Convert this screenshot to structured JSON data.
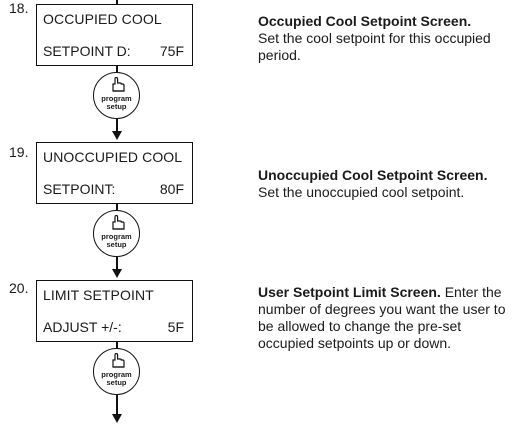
{
  "steps": [
    {
      "number": "18.",
      "screen": {
        "line1": "OCCUPIED COOL",
        "line2_label": "SETPOINT D:",
        "line2_value": "75F"
      },
      "button": {
        "line1": "program",
        "line2": "setup"
      },
      "description": {
        "heading": "Occupied Cool Setpoint Screen.",
        "body": "Set the cool setpoint for this occupied period."
      }
    },
    {
      "number": "19.",
      "screen": {
        "line1": "UNOCCUPIED COOL",
        "line2_label": "SETPOINT:",
        "line2_value": "80F"
      },
      "button": {
        "line1": "program",
        "line2": "setup"
      },
      "description": {
        "heading": "Unoccupied Cool Setpoint Screen.",
        "body": "Set the unoccupied cool setpoint."
      }
    },
    {
      "number": "20.",
      "screen": {
        "line1": "LIMIT SETPOINT",
        "line2_label": "ADJUST +/-:",
        "line2_value": "5F"
      },
      "button": {
        "line1": "program",
        "line2": "setup"
      },
      "description": {
        "heading": "User Setpoint Limit Screen.",
        "body": "Enter the number of degrees you want the user to be allowed to change the pre-set occupied setpoints up or down."
      }
    }
  ]
}
